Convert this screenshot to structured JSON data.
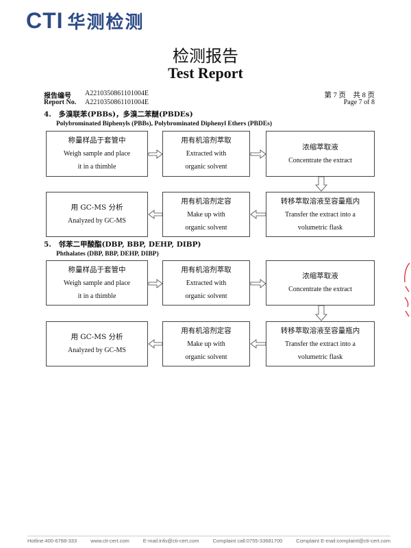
{
  "header": {
    "logo_cti": "CTI",
    "logo_cn": "华测检测"
  },
  "title": {
    "cn": "检测报告",
    "en": "Test Report"
  },
  "meta": {
    "report_no_label_cn": "报告编号",
    "report_no_label_en": "Report No.",
    "report_no_1": "A2210350861101004E",
    "report_no_2": "A2210350861101004E",
    "page_cn": "第 7 页　共 8 页",
    "page_en": "Page 7 of 8"
  },
  "sections": [
    {
      "title": "4.　多溴联苯(PBBs)，多溴二苯醚(PBDEs)",
      "subtitle": "Polybrominated Biphenyls (PBBs), Polybrominated Diphenyl Ethers (PBDEs)",
      "boxes": [
        {
          "cn": "称量样品于套管中",
          "en1": "Weigh sample and place",
          "en2": "it in a thimble"
        },
        {
          "cn": "用有机溶剂萃取",
          "en1": "Extracted with",
          "en2": "organic solvent"
        },
        {
          "cn": "浓缩萃取液",
          "en1": "Concentrate the extract",
          "en2": ""
        },
        {
          "cn": "用 GC-MS 分析",
          "en1": "Analyzed by GC-MS",
          "en2": ""
        },
        {
          "cn": "用有机溶剂定容",
          "en1": "Make up with",
          "en2": "organic solvent"
        },
        {
          "cn": "转移萃取溶液至容量瓶内",
          "en1": "Transfer the extract into a",
          "en2": "volumetric flask"
        }
      ]
    },
    {
      "title": "5.　邻苯二甲酸酯(DBP, BBP, DEHP, DIBP)",
      "subtitle": "Phthalates (DBP, BBP, DEHP, DIBP)",
      "boxes": [
        {
          "cn": "称量样品于套管中",
          "en1": "Weigh sample and place",
          "en2": "it in a thimble"
        },
        {
          "cn": "用有机溶剂萃取",
          "en1": "Extracted with",
          "en2": "organic solvent"
        },
        {
          "cn": "浓缩萃取液",
          "en1": "Concentrate the extract",
          "en2": ""
        },
        {
          "cn": "用 GC-MS 分析",
          "en1": "Analyzed by GC-MS",
          "en2": ""
        },
        {
          "cn": "用有机溶剂定容",
          "en1": "Make up with",
          "en2": "organic solvent"
        },
        {
          "cn": "转移萃取溶液至容量瓶内",
          "en1": "Transfer the extract into a",
          "en2": "volumetric flask"
        }
      ]
    }
  ],
  "footer": {
    "hotline": "Hotline:400-6788-333",
    "web": "www.cti-cert.com",
    "email": "E-mail:info@cti-cert.com",
    "complaint_call": "Complaint call:0755-33681700",
    "complaint_email": "Complaint E-mail:complaint@cti-cert.com"
  },
  "colors": {
    "brand": "#2c4a86",
    "stamp": "#dd3333"
  }
}
